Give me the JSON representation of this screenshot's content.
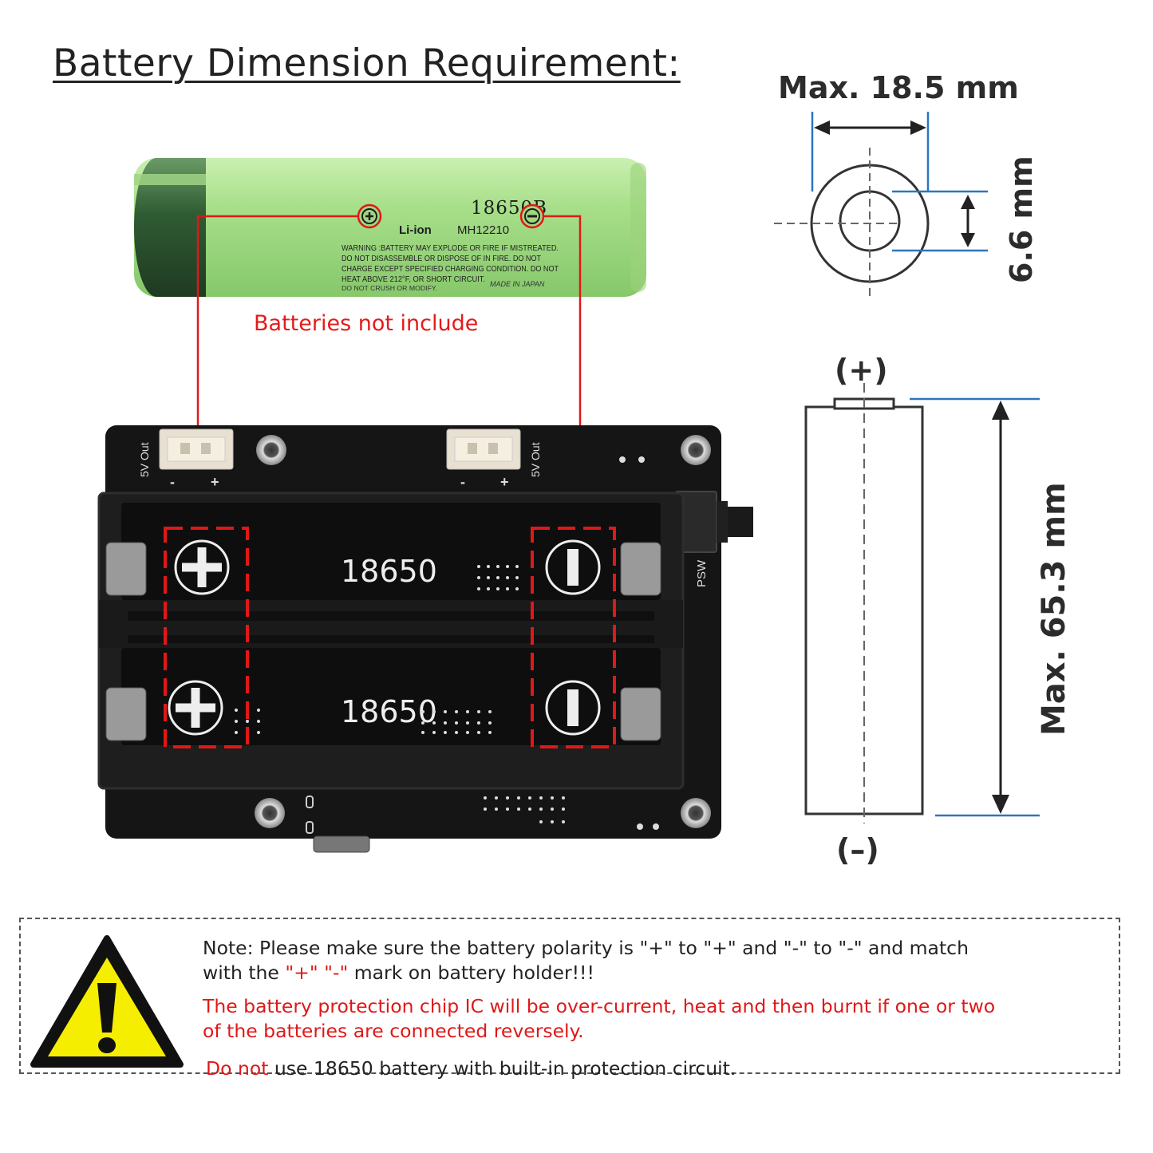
{
  "title": "Battery Dimension Requirement:",
  "battery": {
    "model": "18650B",
    "chem": "Li-ion",
    "code": "MH12210",
    "warning_lines": [
      "WARNING :BATTERY MAY EXPLODE OR FIRE IF MISTREATED.",
      "DO NOT DISASSEMBLE OR DISPOSE OF IN FIRE. DO NOT",
      "CHARGE EXCEPT SPECIFIED CHARGING CONDITION. DO NOT",
      "HEAT ABOVE 212°F, OR SHORT CIRCUIT.",
      "DO NOT CRUSH OR MODIFY."
    ],
    "origin": "MADE IN JAPAN",
    "plus_symbol": "⊕",
    "minus_symbol": "⊖"
  },
  "not_included": "Batteries not include",
  "board": {
    "connector_label": "5V Out",
    "minus": "-",
    "plus": "+",
    "slot_labels": [
      "18650",
      "18650"
    ],
    "switch_label": "PSW"
  },
  "dimensions": {
    "diameter": "Max. 18.5 mm",
    "terminal": "6.6 mm",
    "length": "Max. 65.3 mm",
    "pos_terminal": "(+)",
    "neg_terminal": "(–)"
  },
  "note": {
    "line1": "Note: Please make sure the battery polarity is \"+\" to \"+\" and \"-\" to \"-\" and match",
    "line2_a": "with the ",
    "line2_plus": "\"+\"",
    "line2_space": " ",
    "line2_minus": "\"-\"",
    "line2_b": " mark on battery holder!!!",
    "warning1": "The battery protection chip IC will be over-current, heat and then burnt if one or two",
    "warning2": "of the batteries are connected reversely.",
    "donot_red": "Do not",
    "donot_rest": " use 18650 battery with built-in protection circuit."
  },
  "colors": {
    "battery_green": "#a9e08c",
    "battery_dark": "#3c6b3a",
    "pcb_black": "#141414",
    "red": "#e01818",
    "dimension_blue": "#2f74c0",
    "warning_yellow": "#f6ee00"
  }
}
